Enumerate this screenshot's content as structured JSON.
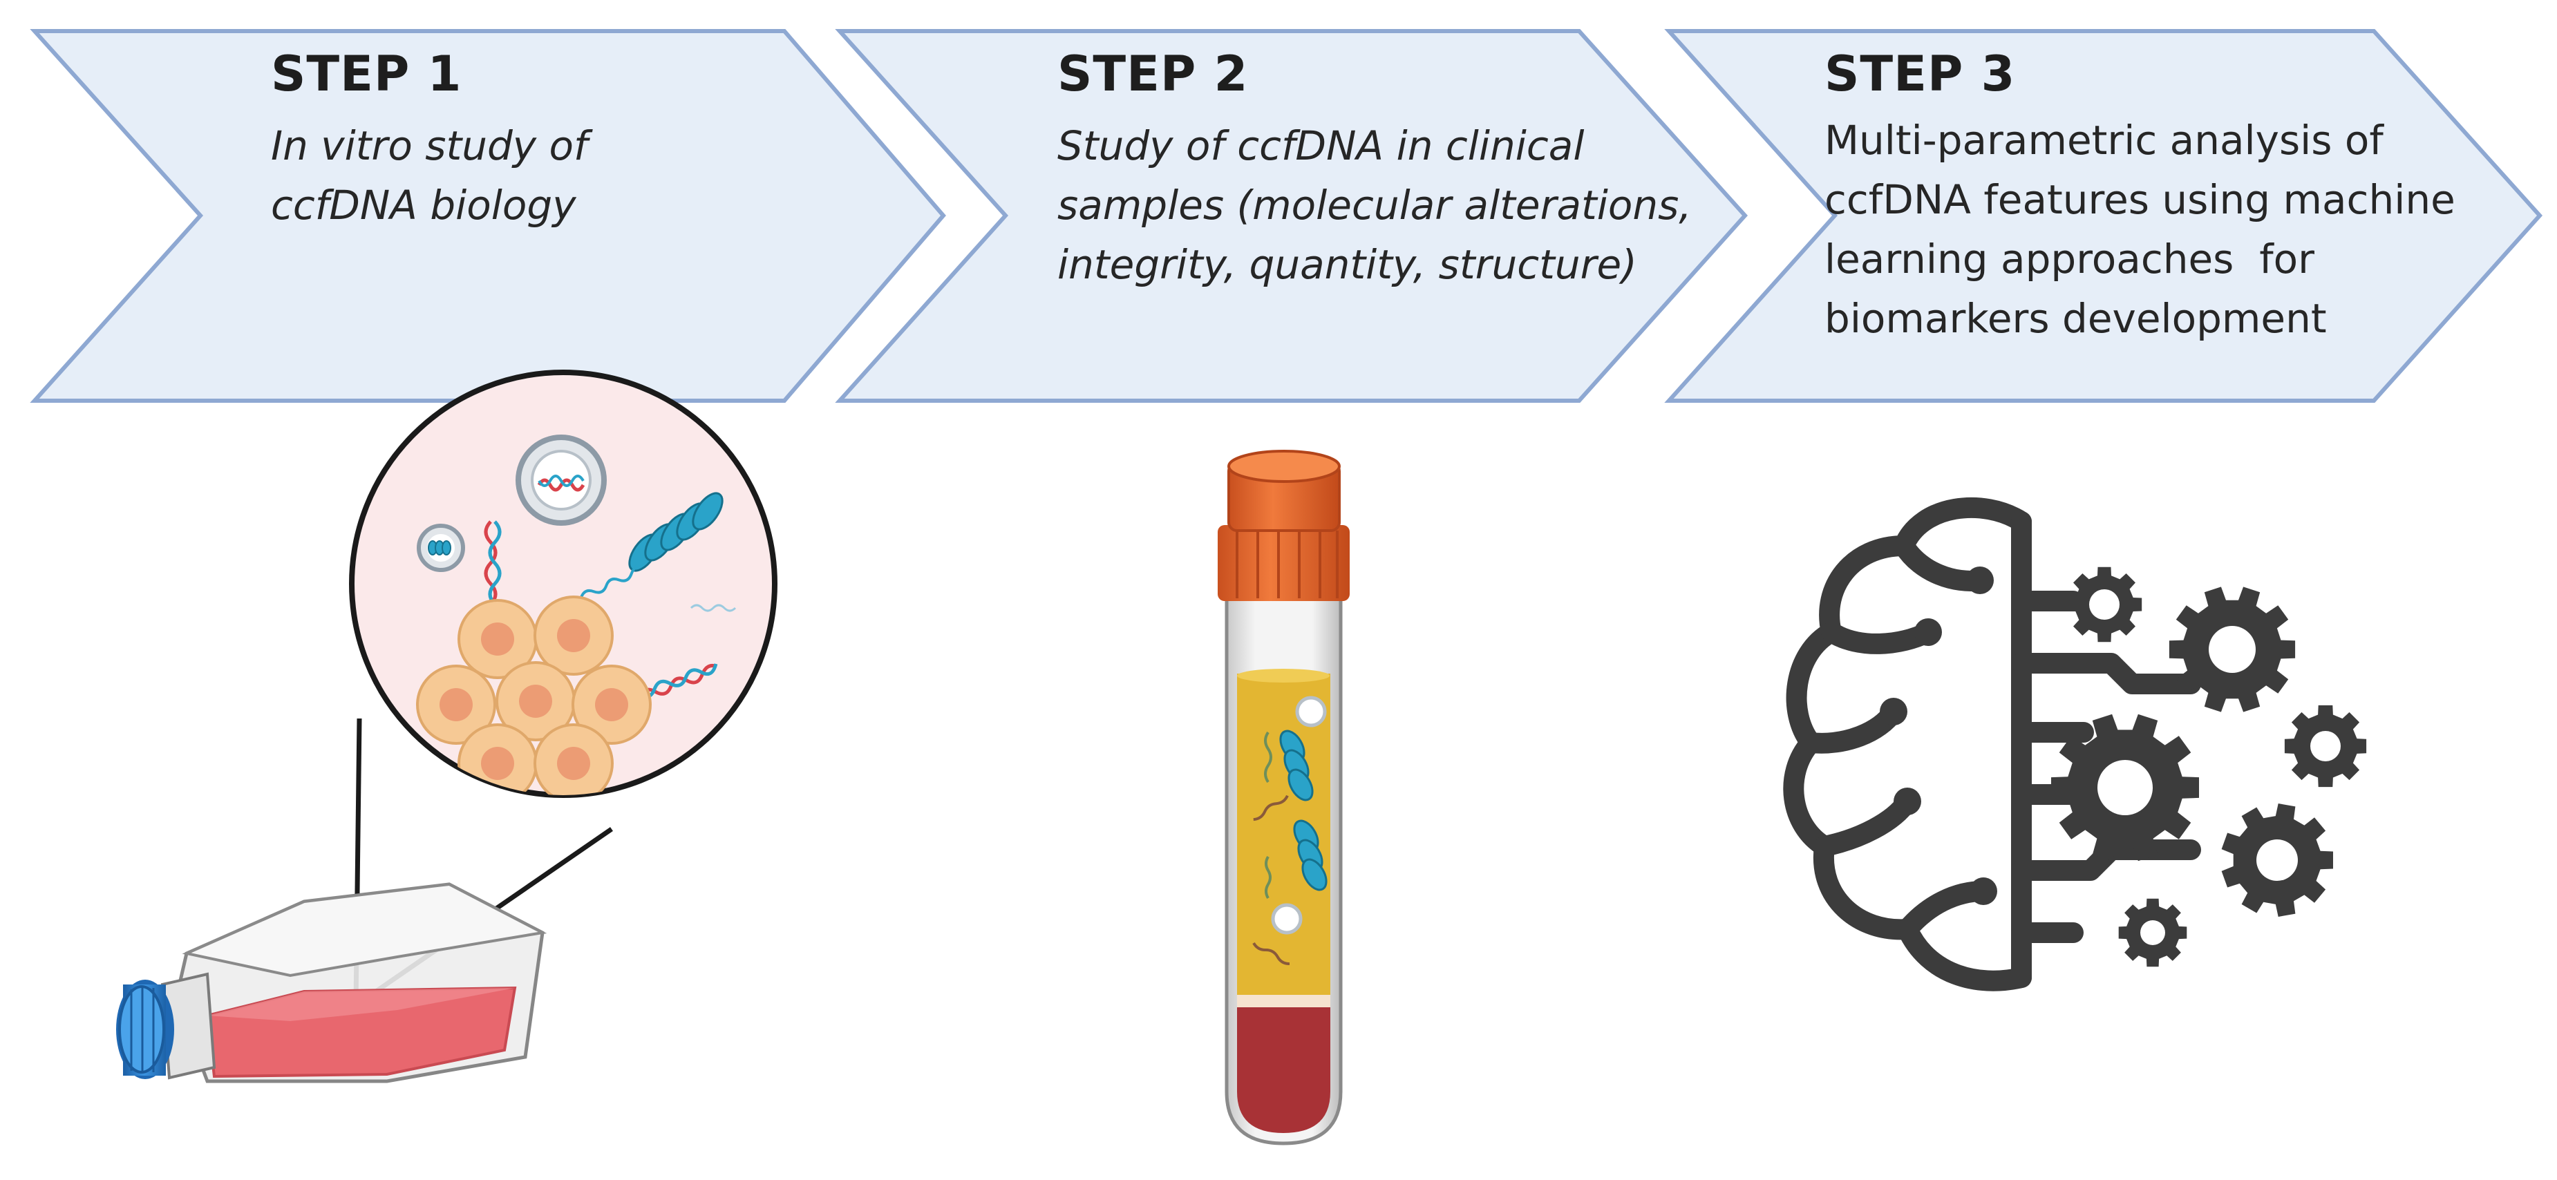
{
  "steps": [
    {
      "title": "STEP 1",
      "lines": [
        "In vitro study of",
        "ccfDNA biology"
      ],
      "style": "italic",
      "illustration": "cell-culture-flask-with-magnified-cells-and-dna"
    },
    {
      "title": "STEP 2",
      "lines": [
        "Study of ccfDNA in clinical",
        "samples (molecular alterations,",
        "integrity, quantity, structure)"
      ],
      "style": "italic",
      "illustration": "blood-collection-tube-with-plasma-dna"
    },
    {
      "title": "STEP 3",
      "lines": [
        "Multi-parametric analysis of",
        "ccfDNA features using machine",
        "learning approaches  for",
        "biomarkers development"
      ],
      "style": "normal",
      "illustration": "brain-with-gears-icon"
    }
  ],
  "colors": {
    "chevron_fill": "#e6eef8",
    "chevron_stroke": "#8ea8d2",
    "text": "#1e1e1e",
    "flask_liquid": "#e8676e",
    "flask_cap": "#2d7fcf",
    "cell_fill": "#f6c995",
    "cell_nucleus": "#ec9c74",
    "magnifier_bg": "#fbe9ea",
    "tube_cap": "#e8692f",
    "plasma": "#e3b632",
    "blood": "#a83236",
    "dna_blue": "#2aa3c9",
    "dna_red": "#d9434b",
    "icon_dark": "#3c3c3c"
  }
}
